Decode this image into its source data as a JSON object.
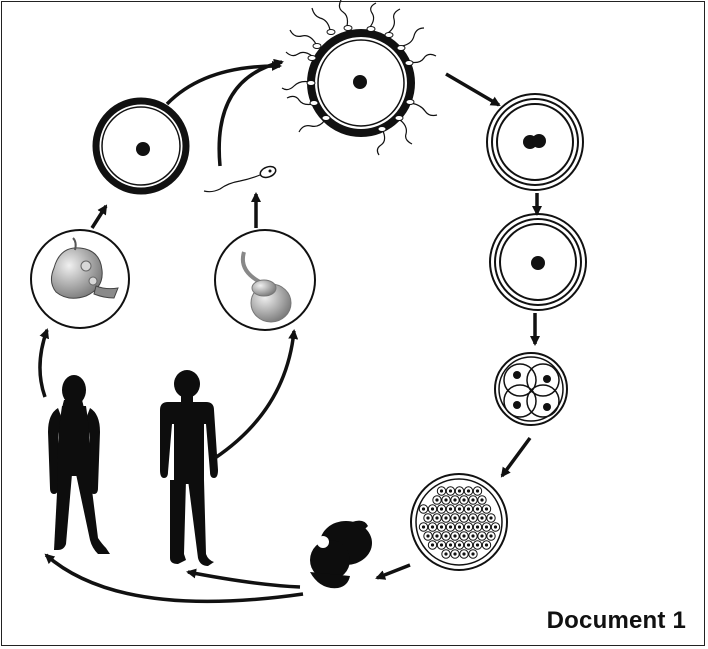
{
  "document": {
    "label": "Document 1"
  },
  "colors": {
    "ink": "#111111",
    "cell_fill": "#ffffff",
    "organ_gray": "#9a9a9a",
    "silhouette": "#0d0d0d"
  },
  "stages": [
    {
      "id": "adult-female",
      "icon": "female-silhouette-icon"
    },
    {
      "id": "adult-male",
      "icon": "male-silhouette-icon"
    },
    {
      "id": "ovary",
      "icon": "ovary-icon"
    },
    {
      "id": "testis",
      "icon": "testis-icon"
    },
    {
      "id": "oocyte",
      "icon": "oocyte-icon"
    },
    {
      "id": "spermatozoon",
      "icon": "sperm-icon"
    },
    {
      "id": "fertilization",
      "icon": "fertilization-icon"
    },
    {
      "id": "zygote-two-pronuclei",
      "icon": "zygote-icon"
    },
    {
      "id": "zygote",
      "icon": "zygote-nucleus-icon"
    },
    {
      "id": "four-cell-embryo",
      "icon": "four-cell-icon"
    },
    {
      "id": "morula",
      "icon": "morula-icon"
    },
    {
      "id": "fetus",
      "icon": "fetus-icon"
    }
  ]
}
